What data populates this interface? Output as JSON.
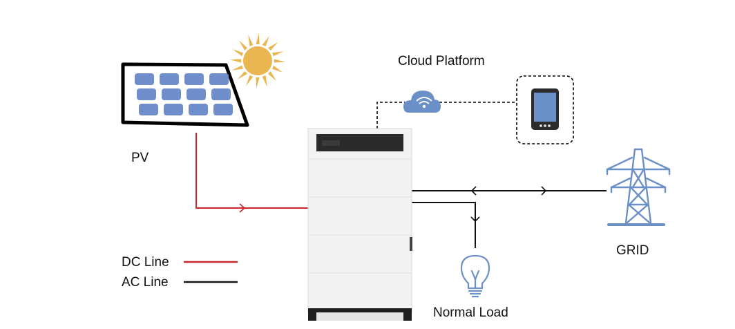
{
  "labels": {
    "pv": "PV",
    "cloud_platform": "Cloud Platform",
    "grid": "GRID",
    "normal_load": "Normal Load"
  },
  "legend": {
    "dc_line": "DC Line",
    "ac_line": "AC Line"
  },
  "colors": {
    "dc_line": "#c8262b",
    "ac_line": "#111111",
    "panel_cell": "#6f8ecb",
    "sun": "#e9b651",
    "icon_blue": "#6b8fc7",
    "inverter_body": "#f3f3f3",
    "inverter_display": "#2a2a2a"
  },
  "icons": [
    "sun-icon",
    "solar-panel-icon",
    "cloud-wifi-icon",
    "smartphone-icon",
    "transmission-tower-icon",
    "lightbulb-icon"
  ]
}
